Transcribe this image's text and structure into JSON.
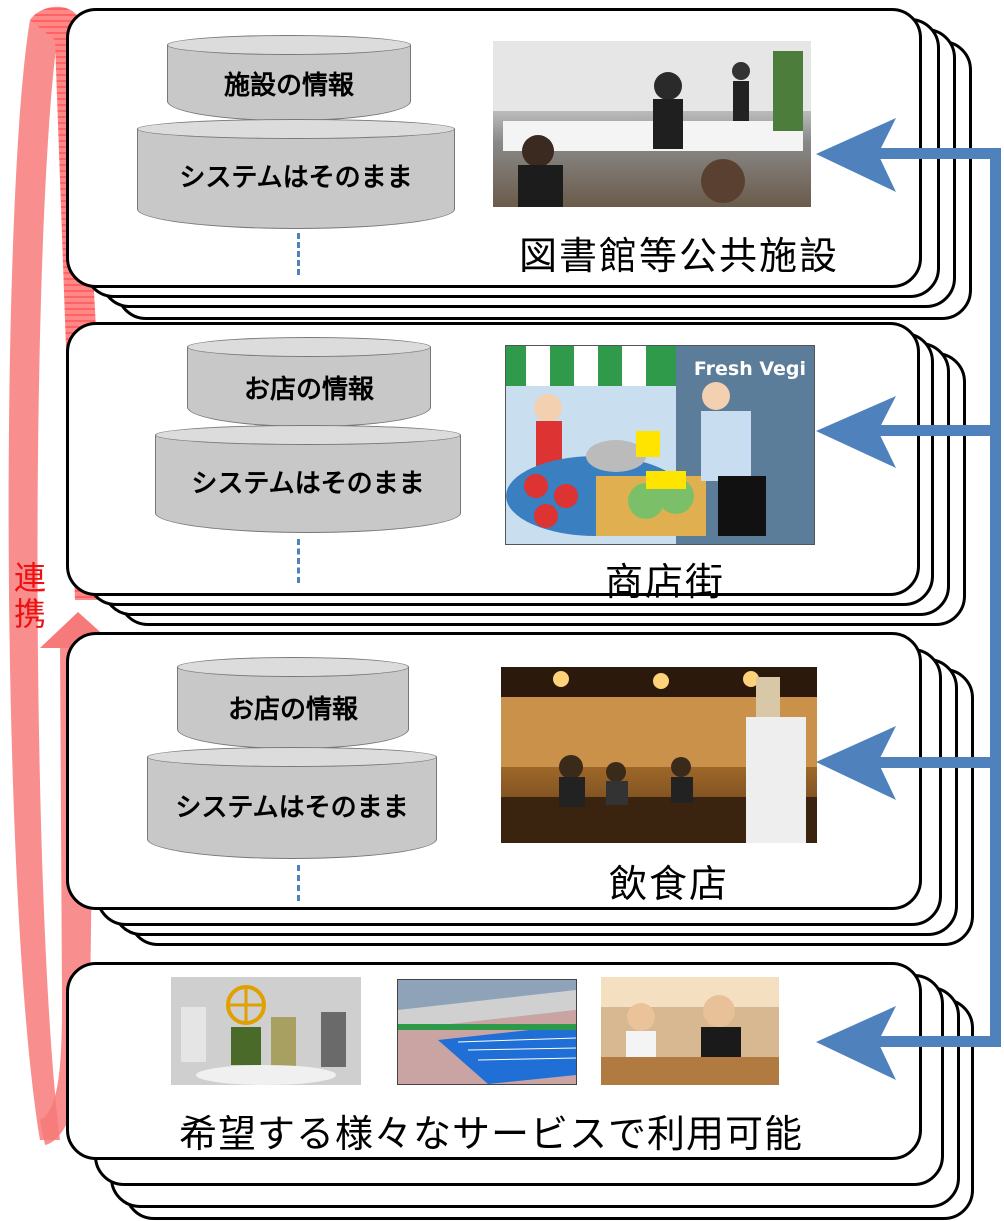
{
  "side_label": {
    "line1": "連",
    "line2": "携"
  },
  "sections": [
    {
      "top_cylinder": "施設の情報",
      "bottom_cylinder": "システムはそのまま",
      "name": "図書館等公共施設",
      "photo_icon": "library-counter-photo"
    },
    {
      "top_cylinder": "お店の情報",
      "bottom_cylinder": "システムはそのまま",
      "name": "商店街",
      "photo_icon": "shopping-street-illustration",
      "photo_text": "Fresh Vegi"
    },
    {
      "top_cylinder": "お店の情報",
      "bottom_cylinder": "システムはそのまま",
      "name": "飲食店",
      "photo_icon": "restaurant-photo"
    }
  ],
  "bottom_panel": {
    "caption": "希望する様々なサービスで利用可能",
    "photos": [
      "clothing-store-photo",
      "swimming-pool-illustration",
      "bakery-shop-photo"
    ]
  },
  "colors": {
    "link_arrow": "#4f81bd",
    "cycle_arrow": "#f77a7a",
    "side_label": "#ee1111"
  }
}
